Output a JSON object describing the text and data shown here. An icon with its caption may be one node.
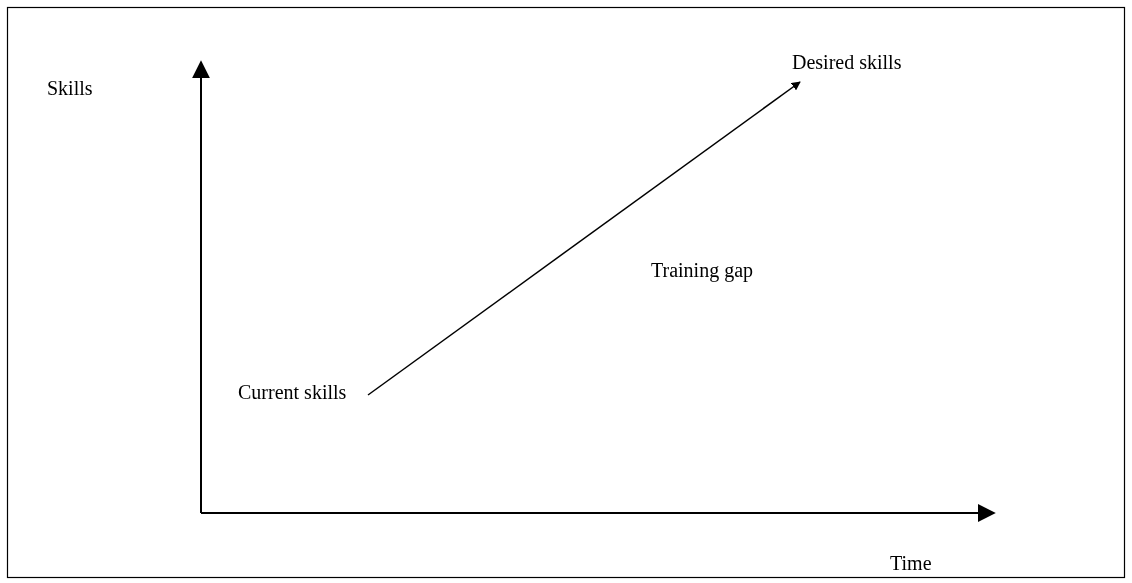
{
  "diagram": {
    "nodes": [
      {
        "text": [
          "Current skills"
        ]
      },
      {
        "text": [
          "Desired skills"
        ]
      }
    ],
    "edges": [
      {
        "from": 0,
        "to": 1,
        "arrow": "to"
      }
    ],
    "labels": [
      "Skills",
      "Training gap",
      "Time"
    ]
  }
}
